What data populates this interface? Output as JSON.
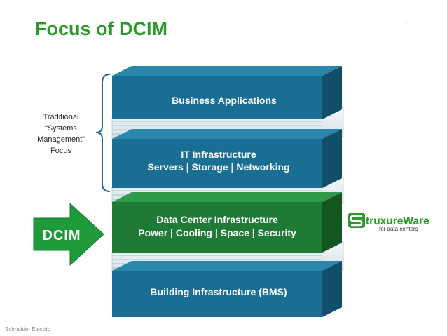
{
  "title": "Focus of DCIM",
  "footer": "Schneider Electric",
  "bracket_label": [
    "Traditional",
    "“Systems",
    "Management”",
    "Focus"
  ],
  "arrow_label": "DCIM",
  "layers": [
    {
      "lines": [
        "Business Applications"
      ],
      "color": "#1a6e94",
      "top": "#2a86ad"
    },
    {
      "lines": [
        "IT Infrastructure",
        "Servers | Storage | Networking"
      ],
      "color": "#1a6e94",
      "top": "#2a86ad"
    },
    {
      "lines": [
        "Data Center Infrastructure",
        "Power | Cooling | Space | Security"
      ],
      "color": "#1e7a34",
      "top": "#2f9a47"
    },
    {
      "lines": [
        "Building Infrastructure (BMS)"
      ],
      "color": "#1a6e94",
      "top": "#2a86ad"
    }
  ],
  "logo": {
    "name": "truxureWare",
    "tagline": "for data centers",
    "color": "#2a9a2a",
    "icon": "struxureware-s-icon"
  },
  "colors": {
    "title": "#2a9a2a",
    "arrow": "#1e9a3a",
    "bracket": "#1a6e94"
  }
}
